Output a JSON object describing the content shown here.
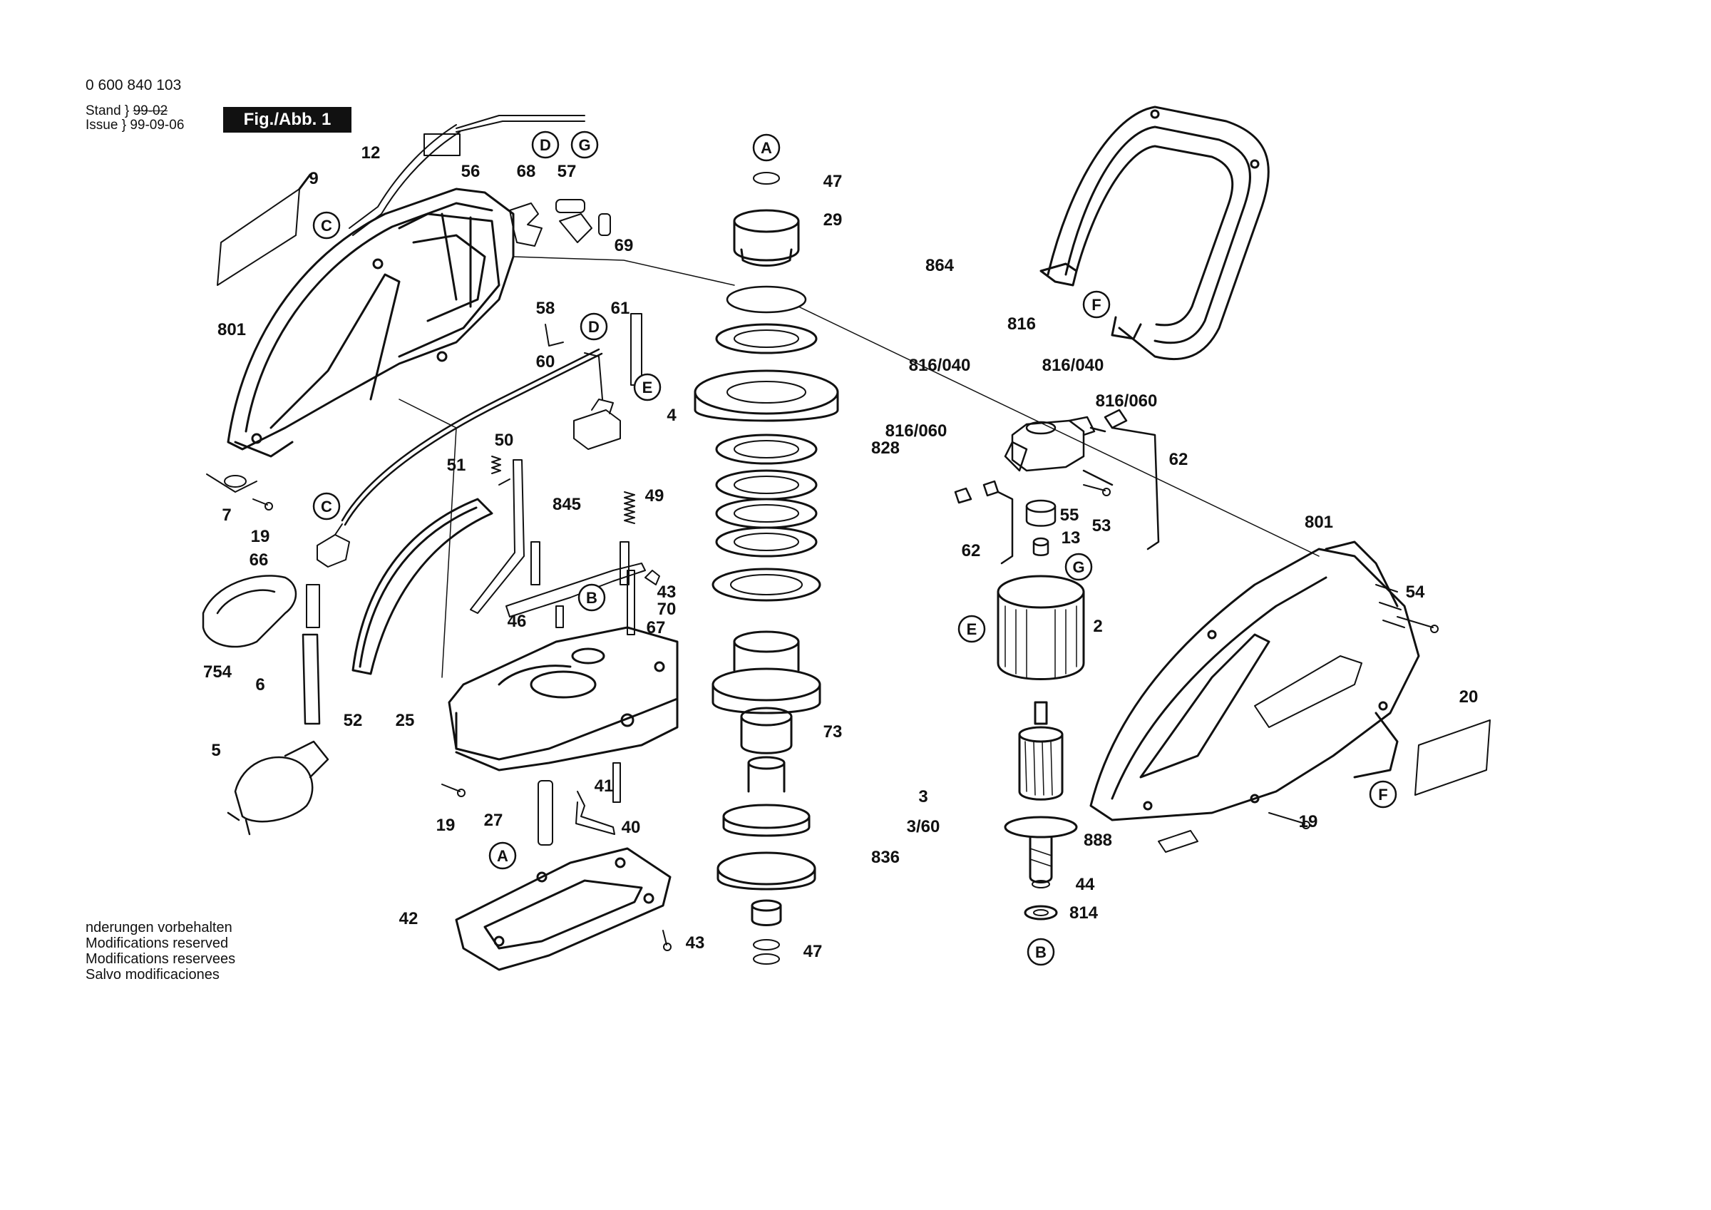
{
  "header": {
    "doc_number": "0 600 840 103",
    "stand_label": "Stand",
    "stand_value": "99-02",
    "issue_label": "Issue",
    "issue_value": "99-09-06",
    "figure_badge": "Fig./Abb. 1"
  },
  "notes": [
    "nderungen vorbehalten",
    "Modifications reserved",
    "Modifications reservees",
    "Salvo modificaciones"
  ],
  "part_numbers": [
    "12",
    "9",
    "56",
    "68",
    "57",
    "69",
    "801",
    "58",
    "61",
    "60",
    "4",
    "7",
    "19",
    "51",
    "50",
    "49",
    "845",
    "66",
    "754",
    "6",
    "52",
    "5",
    "25",
    "46",
    "67",
    "43",
    "70",
    "27",
    "41",
    "40",
    "42",
    "47",
    "29",
    "828",
    "73",
    "836",
    "864",
    "816",
    "816/040",
    "816/060",
    "62",
    "55",
    "53",
    "13",
    "2",
    "54",
    "20",
    "3",
    "3/60",
    "888",
    "44",
    "814"
  ],
  "connector_letters": [
    "A",
    "B",
    "C",
    "D",
    "E",
    "F",
    "G"
  ],
  "colors": {
    "ink": "#111111",
    "paper": "#ffffff",
    "badge_bg": "#111111",
    "badge_text": "#ffffff"
  }
}
